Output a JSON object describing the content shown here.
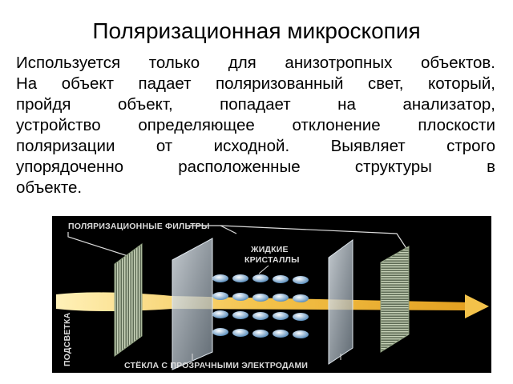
{
  "slide": {
    "title": "Поляризационная микроскопия",
    "body_lines": [
      "Используется только для анизотропных объектов.",
      "На объект падает поляризованный свет, который,",
      "пройдя объект, попадает на анализатор,",
      "устройство определяющее отклонение плоскости",
      "поляризации от исходной. Выявляет строго",
      "упорядоченно расположенные структуры в",
      "объекте."
    ]
  },
  "figure": {
    "label_filters": "ПОЛЯРИЗАЦИОННЫЕ ФИЛЬТРЫ",
    "label_crystals_line1": "ЖИДКИЕ",
    "label_crystals_line2": "КРИСТАЛЛЫ",
    "label_glass": "СТЁКЛА С ПРОЗРАЧНЫМИ ЭЛЕКТРОДАМИ",
    "label_backlight": "ПОДСВЕТКА",
    "colors": {
      "background": "#000000",
      "beam": "#f3c24a",
      "filter": "#9fb08f",
      "glass": "#c9d3dc",
      "crystal": "#9fc7e6"
    }
  }
}
